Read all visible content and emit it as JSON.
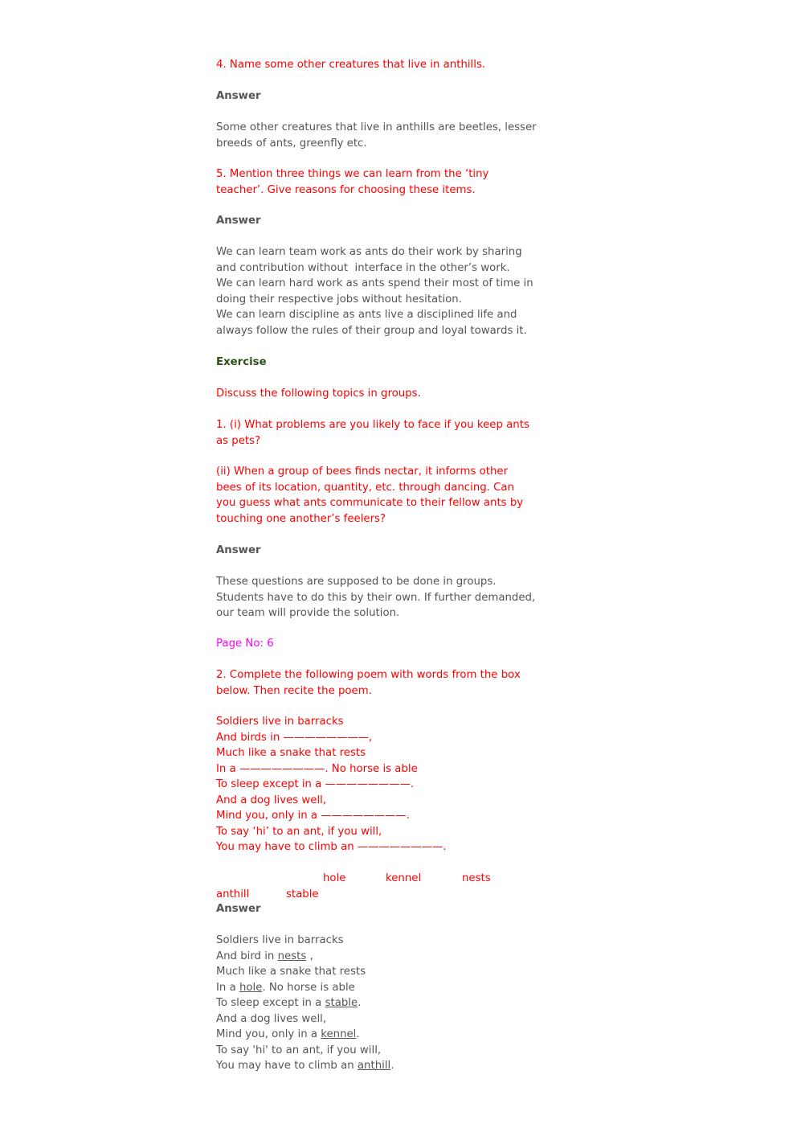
{
  "q4": {
    "question": "4. Name some other creatures that live in anthills.",
    "answer_label": "Answer",
    "answer_lines": [
      "Some other creatures that live in anthills are beetles, lesser",
      "breeds of ants, greenfly etc."
    ]
  },
  "q5": {
    "question_lines": [
      "5. Mention three things we can learn from the ‘tiny",
      "teacher’. Give reasons for choosing these items."
    ],
    "answer_label": "Answer",
    "answer_lines": [
      "We can learn team work as ants do their work by sharing",
      "and contribution without  interface in the other’s work.",
      "We can learn hard work as ants spend their most of time in",
      "doing their respective jobs without hesitation.",
      "We can learn discipline as ants live a disciplined life and",
      "always follow the rules of their group and loyal towards it."
    ]
  },
  "exercise": {
    "heading": "Exercise",
    "instruction": "Discuss the following topics in groups.",
    "q1i_lines": [
      "1. (i) What problems are you likely to face if you keep ants",
      "as pets?"
    ],
    "q1ii_lines": [
      "(ii) When a group of bees finds nectar, it informs other",
      "bees of its location, quantity, etc. through dancing. Can",
      "you guess what ants communicate to their fellow ants by",
      "touching one another’s feelers?"
    ],
    "answer_label": "Answer",
    "answer_lines": [
      "These questions are supposed to be done in groups.",
      "Students have to do this by their own. If further demanded,",
      "our team will provide the solution."
    ]
  },
  "page_no": "Page No: 6",
  "q2": {
    "question_lines": [
      "2. Complete the following poem with words from the box",
      "below. Then recite the poem."
    ],
    "poem_lines": [
      "Soldiers live in barracks",
      "And birds in ————————,",
      "Much like a snake that rests",
      "In a ————————. No horse is able",
      "To sleep except in a ————————.",
      "And a dog lives well,",
      "Mind you, only in a ————————.",
      "To say ‘hi’ to an ant, if you will,",
      "You may have to climb an ————————."
    ],
    "word_box": [
      "hole",
      "kennel",
      "nests",
      "anthill",
      "stable"
    ],
    "answer_label": "Answer",
    "answer_poem": [
      {
        "pre": "Soldiers live in barracks",
        "word": "",
        "post": ""
      },
      {
        "pre": "And bird in ",
        "word": "nests",
        "post": " ,"
      },
      {
        "pre": "Much like a snake that rests",
        "word": "",
        "post": ""
      },
      {
        "pre": "In a ",
        "word": "hole",
        "post": ". No horse is able"
      },
      {
        "pre": "To sleep except in a ",
        "word": "stable",
        "post": "."
      },
      {
        "pre": "And a dog lives well,",
        "word": "",
        "post": ""
      },
      {
        "pre": "Mind you, only in a ",
        "word": "kennel",
        "post": "."
      },
      {
        "pre": "To say 'hi' to an ant, if you will,",
        "word": "",
        "post": ""
      },
      {
        "pre": "You may have to climb an ",
        "word": "anthill",
        "post": "."
      }
    ]
  },
  "colors": {
    "question": "#ff0000",
    "answer_text": "#555555",
    "exercise_heading": "#2d5016",
    "page_no": "#ff00ff"
  }
}
